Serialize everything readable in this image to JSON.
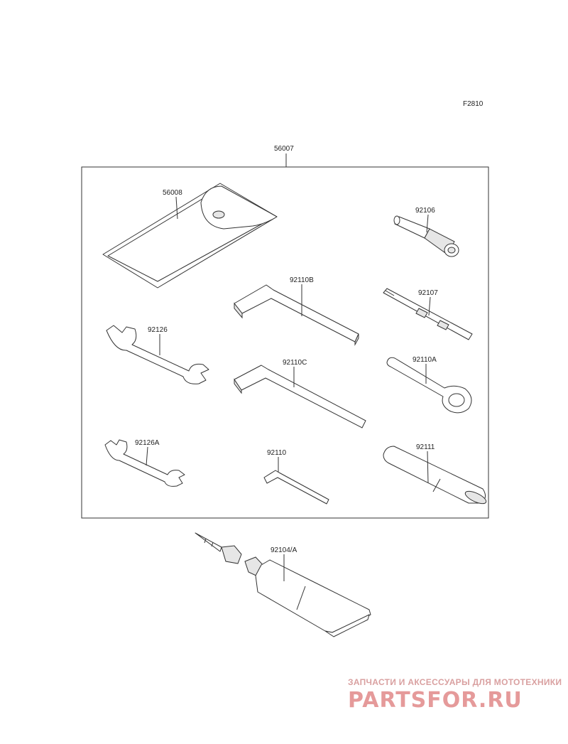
{
  "figure_code": "F2810",
  "kit_label": "56007",
  "parts": [
    {
      "id": "pouch",
      "number": "56008"
    },
    {
      "id": "socket",
      "number": "92106"
    },
    {
      "id": "hex-b",
      "number": "92110B"
    },
    {
      "id": "driver",
      "number": "92107"
    },
    {
      "id": "wrench-a",
      "number": "92126"
    },
    {
      "id": "hex-c",
      "number": "92110C"
    },
    {
      "id": "spanner",
      "number": "92110A"
    },
    {
      "id": "wrench-b",
      "number": "92126A"
    },
    {
      "id": "hex-small",
      "number": "92110"
    },
    {
      "id": "handle",
      "number": "92111"
    },
    {
      "id": "tube",
      "number": "92104/A"
    }
  ],
  "watermark": {
    "tagline": "ЗАПЧАСТИ И АКСЕССУАРЫ ДЛЯ МОТОТЕХНИКИ",
    "logo": "PARTSFOR.RU",
    "color": "#e59a9a"
  }
}
